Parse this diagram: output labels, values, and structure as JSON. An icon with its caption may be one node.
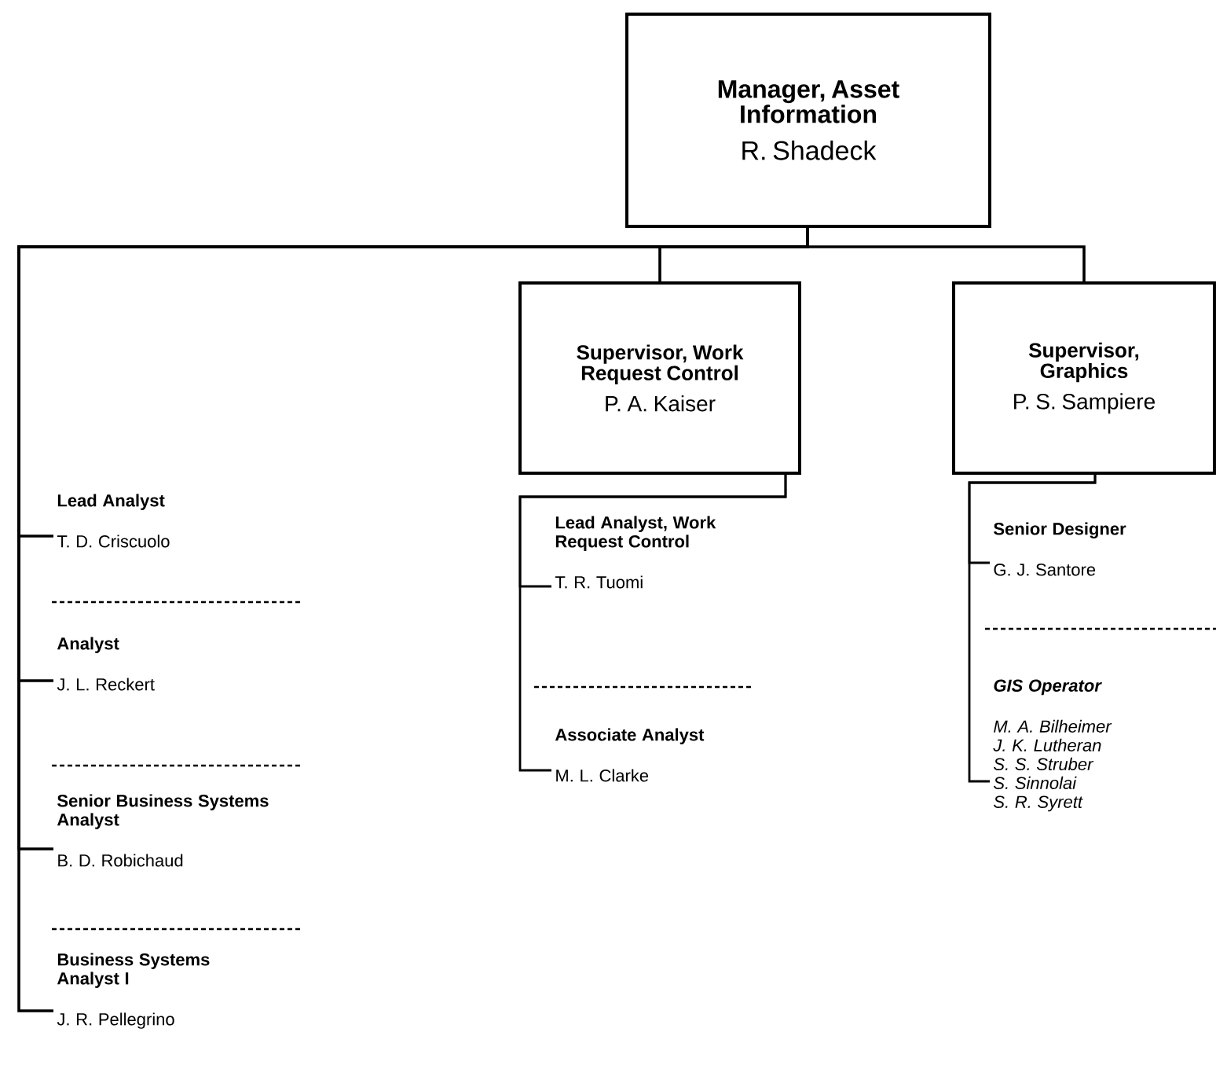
{
  "diagram": {
    "nodes": [
      {
        "text": [
          "Manager, Asset Information",
          "R. Shadeck"
        ]
      },
      {
        "text": [
          "Supervisor, Work Request Control",
          "P. A. Kaiser"
        ]
      },
      {
        "text": [
          "Supervisor, Graphics",
          "P. S. Sampiere"
        ]
      },
      {
        "text": [
          "Lead Analyst",
          "T. D. Criscuolo"
        ]
      },
      {
        "text": [
          "Analyst",
          "J. L. Reckert"
        ]
      },
      {
        "text": [
          "Senior Business Systems Analyst",
          "B. D. Robichaud"
        ]
      },
      {
        "text": [
          "Business Systems Analyst I",
          "J. R. Pellegrino"
        ]
      },
      {
        "text": [
          "Lead Analyst, Work Request Control",
          "T. R. Tuomi"
        ]
      },
      {
        "text": [
          "Associate Analyst",
          "M. L. Clarke"
        ]
      },
      {
        "text": [
          "Senior Designer",
          "G. J. Santore"
        ]
      },
      {
        "text": [
          "GIS Operator",
          "M. A. Bilheimer",
          "J. K. Lutheran",
          "S. S. Struber",
          "S. Sinnolai",
          "S. R. Syrett"
        ]
      }
    ],
    "edges": [
      {
        "from": 0,
        "to": 1,
        "arrow": "none"
      },
      {
        "from": 0,
        "to": 2,
        "arrow": "none"
      },
      {
        "from": 0,
        "to": 3,
        "arrow": "none"
      },
      {
        "from": 0,
        "to": 4,
        "arrow": "none"
      },
      {
        "from": 0,
        "to": 5,
        "arrow": "none"
      },
      {
        "from": 0,
        "to": 6,
        "arrow": "none"
      },
      {
        "from": 1,
        "to": 7,
        "arrow": "none"
      },
      {
        "from": 1,
        "to": 8,
        "arrow": "none"
      },
      {
        "from": 2,
        "to": 9,
        "arrow": "none"
      },
      {
        "from": 2,
        "to": 10,
        "arrow": "none"
      }
    ]
  }
}
